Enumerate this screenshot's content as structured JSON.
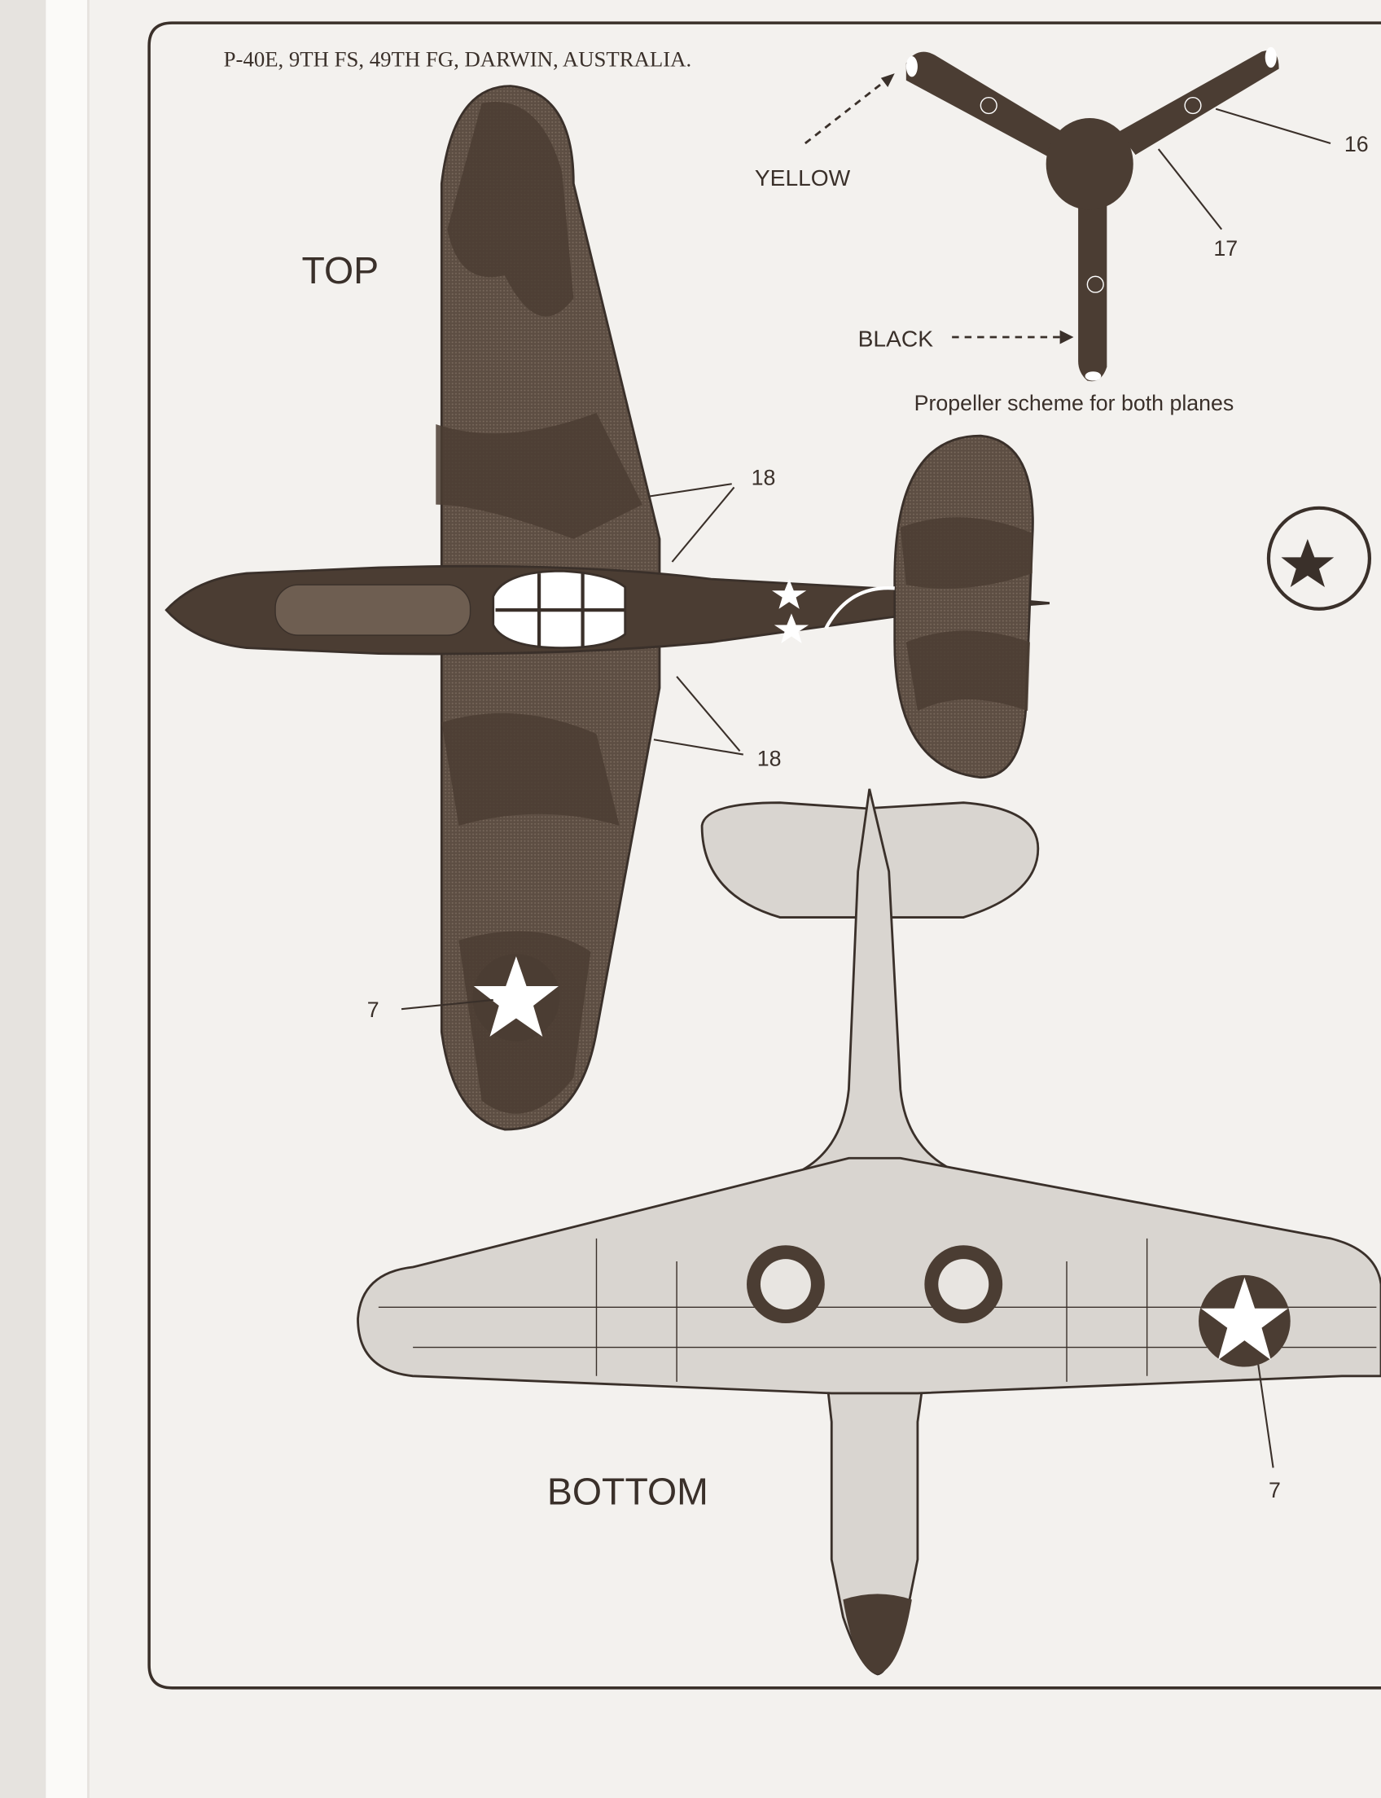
{
  "header": {
    "title": "P-40E, 9TH FS, 49TH FG, DARWIN, AUSTRALIA."
  },
  "views": {
    "top_label": "TOP",
    "bottom_label": "BOTTOM"
  },
  "propeller": {
    "tip_color_label": "YELLOW",
    "blade_color_label": "BLACK",
    "caption": "Propeller scheme for both planes",
    "callouts": [
      "16",
      "17"
    ]
  },
  "callouts": {
    "wing_walk_top": "18",
    "wing_walk_bottom": "18",
    "top_star": "7",
    "bottom_star": "7"
  },
  "colors": {
    "paper": "#f3f1ee",
    "dark_camo": "#4b3d33",
    "light_camo": "#6e5e51",
    "underside": "#d9d5d0",
    "ink": "#3a302a"
  }
}
